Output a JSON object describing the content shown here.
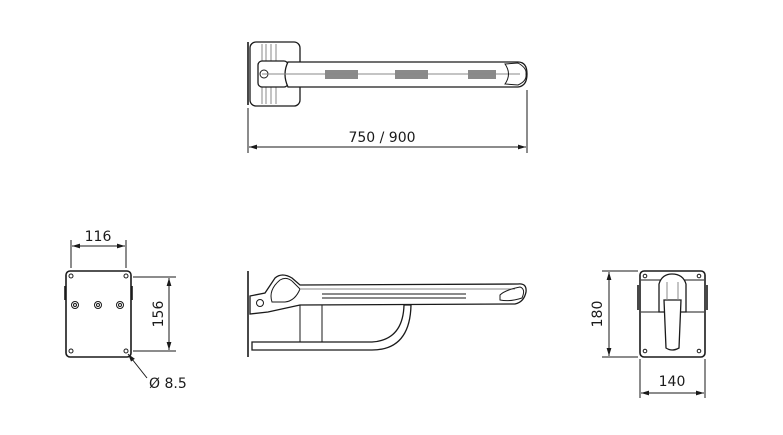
{
  "drawing": {
    "top_view": {
      "length_label": "750 / 900"
    },
    "back_plate_view": {
      "width_label": "116",
      "height_label": "156",
      "hole_label": "Ø 8.5"
    },
    "end_view": {
      "height_label": "180",
      "width_label": "140"
    },
    "colors": {
      "line": "#1a1a1a",
      "hatch": "#8a8a8a"
    }
  }
}
